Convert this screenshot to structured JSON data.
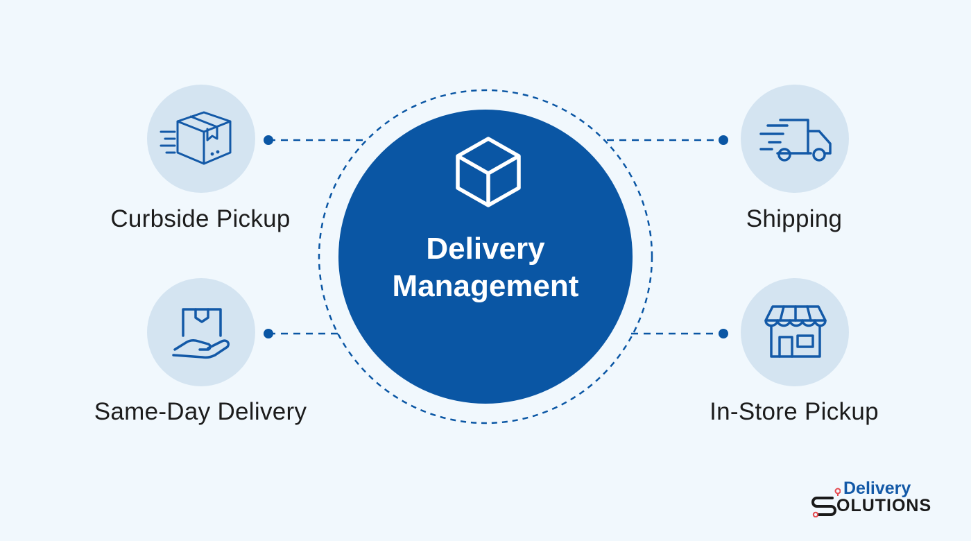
{
  "center": {
    "title_line1": "Delivery",
    "title_line2": "Management",
    "icon": "cube-icon"
  },
  "nodes": [
    {
      "label": "Curbside Pickup",
      "icon": "moving-box-icon"
    },
    {
      "label": "Shipping",
      "icon": "delivery-truck-icon"
    },
    {
      "label": "Same-Day Delivery",
      "icon": "hand-holding-package-icon"
    },
    {
      "label": "In-Store Pickup",
      "icon": "storefront-icon"
    }
  ],
  "logo": {
    "line1": "Delivery",
    "line2": "OLUTIONS",
    "icon": "delivery-solutions-logo-icon"
  },
  "colors": {
    "background": "#f1f8fd",
    "primary": "#0a56a4",
    "node_fill": "#d4e4f1",
    "icon_stroke": "#1359a7",
    "text": "#1c1c1c",
    "accent_pin": "#e5484d"
  }
}
